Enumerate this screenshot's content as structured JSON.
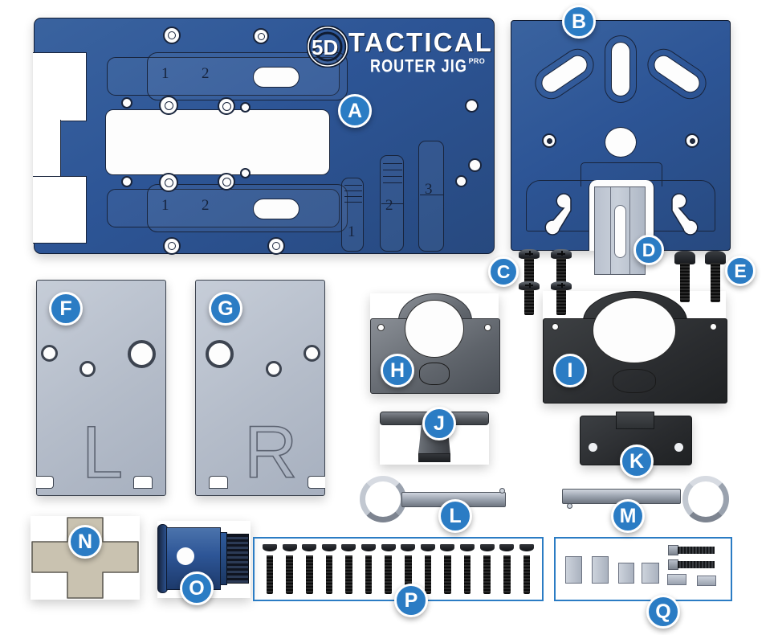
{
  "document": {
    "kind": "exploded-parts-diagram",
    "subject": "5D Tactical Router Jig Pro parts layout",
    "background_color": "#ffffff",
    "badge_color": "#2b7cc4",
    "blue_part_color": "#2d5596",
    "grey_part_color": "#b4bcc9",
    "dark_part_color": "#2a2c2f",
    "tan_part_color": "#c9c2b0"
  },
  "branding": {
    "logo_mark": "5d-roundel-icon",
    "mark_text": "5D",
    "brand": "TACTICAL",
    "product": "ROUTER JIG",
    "product_suffix": "PRO"
  },
  "callouts": [
    {
      "id": "A",
      "label": "A",
      "part": "main-jig-plate"
    },
    {
      "id": "B",
      "label": "B",
      "part": "top-plate"
    },
    {
      "id": "C",
      "label": "C",
      "part": "phillips-pan-screws"
    },
    {
      "id": "D",
      "label": "D",
      "part": "guide-rail"
    },
    {
      "id": "E",
      "label": "E",
      "part": "hex-bolts"
    },
    {
      "id": "F",
      "label": "F",
      "part": "left-side-plate"
    },
    {
      "id": "G",
      "label": "G",
      "part": "right-side-plate"
    },
    {
      "id": "H",
      "label": "H",
      "part": "light-bracket"
    },
    {
      "id": "I",
      "label": "I",
      "part": "dark-bracket"
    },
    {
      "id": "J",
      "label": "J",
      "part": "t-handle"
    },
    {
      "id": "K",
      "label": "K",
      "part": "backer-plate"
    },
    {
      "id": "L",
      "label": "L",
      "part": "quick-release-pin-short"
    },
    {
      "id": "M",
      "label": "M",
      "part": "quick-release-pin-long"
    },
    {
      "id": "N",
      "label": "N",
      "part": "cross-block"
    },
    {
      "id": "O",
      "label": "O",
      "part": "threaded-bushing"
    },
    {
      "id": "P",
      "label": "P",
      "part": "flat-head-screw-set"
    },
    {
      "id": "Q",
      "label": "Q",
      "part": "spacer-and-setscrew-set"
    }
  ],
  "part_a": {
    "name": "main-jig-plate",
    "color": "#2d5596",
    "channel_marks_top": [
      "1",
      "2"
    ],
    "channel_marks_bottom": [
      "1",
      "2"
    ],
    "depth_slot_marks": [
      "1",
      "2",
      "3"
    ]
  },
  "part_b": {
    "name": "top-plate",
    "color": "#2d5596"
  },
  "part_d": {
    "name": "guide-rail",
    "color": "#c9d0da"
  },
  "part_f": {
    "name": "left-side-plate",
    "engraving": "L",
    "color": "#b4bcc9"
  },
  "part_g": {
    "name": "right-side-plate",
    "engraving": "R",
    "color": "#b4bcc9"
  },
  "fasteners": {
    "c_count": 4,
    "c_type": "phillips pan head screw",
    "e_count": 2,
    "e_type": "hex socket bolt",
    "p_count": 14,
    "p_type": "flat head screw",
    "q_spacers": 6,
    "q_setscrews": 2
  }
}
